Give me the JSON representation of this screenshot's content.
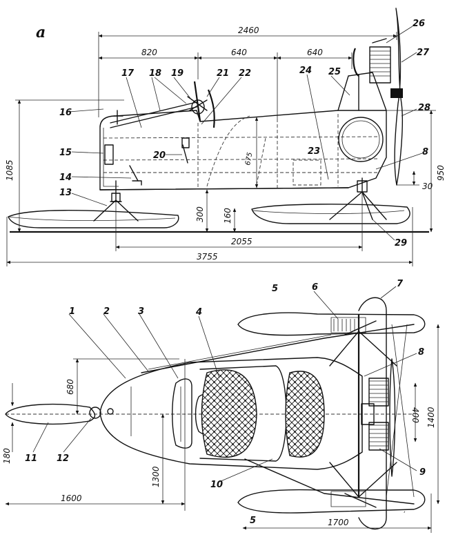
{
  "figure": {
    "view_label": "а",
    "signature": "ʹ"
  },
  "dimensions": {
    "total_length_top": "2460",
    "seg_a": "820",
    "seg_b": "640",
    "seg_c": "640",
    "height_total": "1085",
    "height_right": "950",
    "body_height": "675",
    "ski_h1": "300",
    "ski_h2": "160",
    "ski_gap": "30",
    "wheelbase": "2055",
    "overall_length": "3755",
    "width_front": "680",
    "ski_width": "180",
    "nose_len": "1600",
    "track": "1300",
    "rear_len": "1700",
    "prop_width": "1400",
    "engine_w": "400"
  },
  "callouts": {
    "side": [
      "16",
      "17",
      "18",
      "19",
      "21",
      "22",
      "15",
      "20",
      "14",
      "13",
      "24",
      "25",
      "26",
      "27",
      "28",
      "23",
      "8",
      "30",
      "29"
    ],
    "top": [
      "1",
      "2",
      "3",
      "4",
      "5",
      "6",
      "7",
      "8",
      "9",
      "10",
      "11",
      "12",
      "5"
    ]
  }
}
